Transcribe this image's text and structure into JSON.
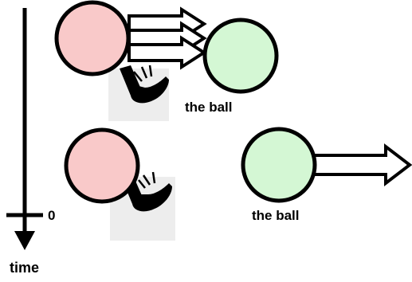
{
  "labels": {
    "ball_top": "the ball",
    "ball_bottom": "the ball",
    "time_axis": "time",
    "time_zero": "0"
  },
  "colors": {
    "kicker_fill": "#f9c9c9",
    "ball_fill": "#d4f7d4",
    "outline": "#000000",
    "foot_bg": "#ededed"
  },
  "icons": {
    "foot": "foot-icon"
  }
}
